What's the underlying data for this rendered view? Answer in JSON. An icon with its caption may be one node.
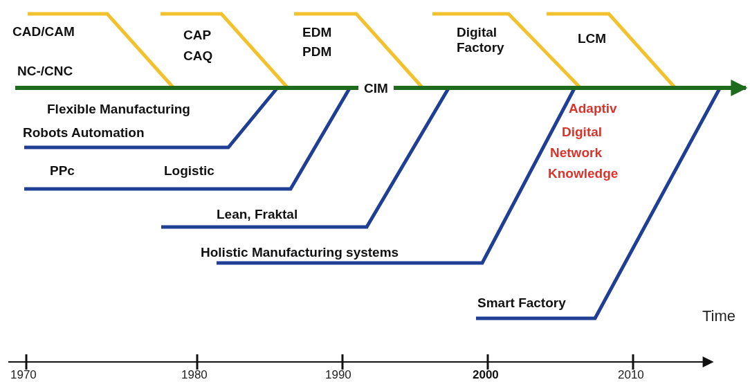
{
  "diagram": {
    "labels": [
      "CAD/CAM",
      "CAP",
      "CAQ",
      "EDM",
      "PDM",
      "Digital Factory",
      "LCM",
      "NC-/CNC",
      "CIM",
      "Flexible Manufacturing",
      "Adaptiv",
      "Robots Automation",
      "Digital",
      "Network",
      "PPc",
      "Logistic",
      "Knowledge",
      "Lean, Fraktal",
      "Holistic Manufacturing systems",
      "Smart Factory",
      "Time",
      "1970",
      "1980",
      "1990",
      "2000",
      "2010"
    ]
  }
}
